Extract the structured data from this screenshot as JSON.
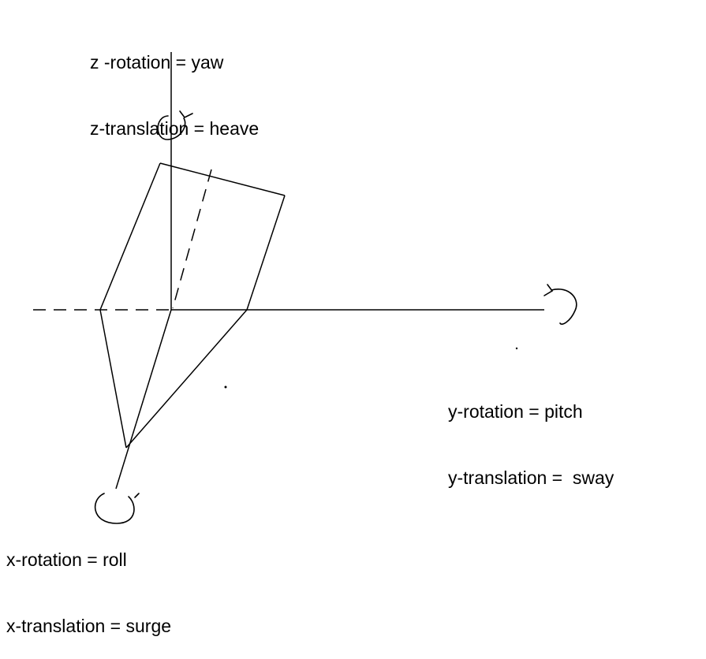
{
  "labels": {
    "z_rotation": "z -rotation = yaw",
    "z_translation": "z-translation = heave",
    "y_rotation": "y-rotation = pitch",
    "y_translation": "y-translation =  sway",
    "x_rotation": "x-rotation = roll",
    "x_translation": "x-translation = surge"
  },
  "icons": {
    "z_rotation_arrow": "rotation-arrow-icon",
    "y_rotation_arrow": "rotation-arrow-icon",
    "x_rotation_arrow": "rotation-arrow-icon"
  },
  "colors": {
    "lines": "#000000",
    "background": "#ffffff"
  }
}
